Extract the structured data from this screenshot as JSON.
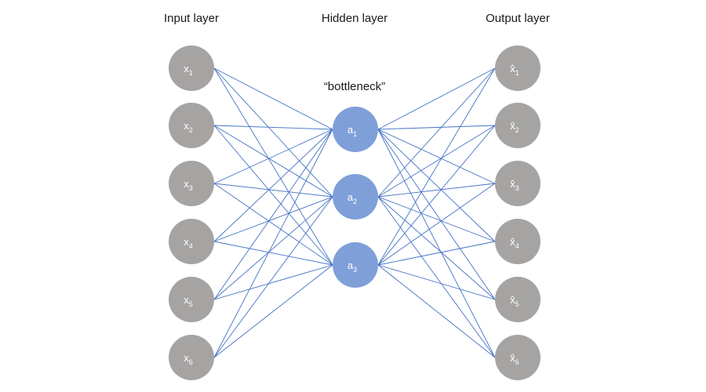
{
  "colors": {
    "io_node": "#a6a4a3",
    "hidden_node": "#7f9fd9",
    "edge": "#4472c4",
    "text": "#1a1a1a",
    "node_text": "#ffffff"
  },
  "layers": {
    "input": {
      "title": "Input layer",
      "nodes": [
        {
          "base": "x",
          "sub": "1"
        },
        {
          "base": "x",
          "sub": "2"
        },
        {
          "base": "x",
          "sub": "3"
        },
        {
          "base": "x",
          "sub": "4"
        },
        {
          "base": "x",
          "sub": "5"
        },
        {
          "base": "x",
          "sub": "6"
        }
      ]
    },
    "hidden": {
      "title": "Hidden layer",
      "annotation": "“bottleneck”",
      "nodes": [
        {
          "base": "a",
          "sub": "1"
        },
        {
          "base": "a",
          "sub": "2"
        },
        {
          "base": "a",
          "sub": "3"
        }
      ]
    },
    "output": {
      "title": "Output layer",
      "nodes": [
        {
          "base": "x̂",
          "sub": "1"
        },
        {
          "base": "x̂",
          "sub": "2"
        },
        {
          "base": "x̂",
          "sub": "3"
        },
        {
          "base": "x̂",
          "sub": "4"
        },
        {
          "base": "x̂",
          "sub": "5"
        },
        {
          "base": "x̂",
          "sub": "6"
        }
      ]
    }
  }
}
